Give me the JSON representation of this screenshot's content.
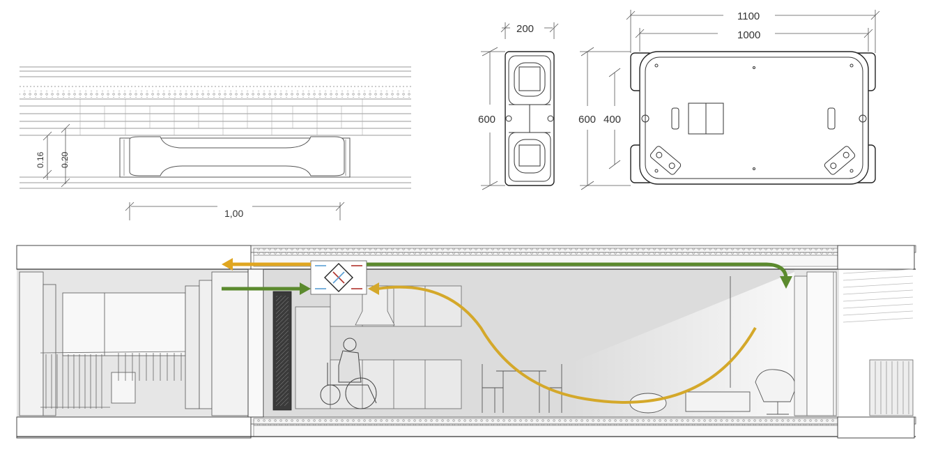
{
  "section_detail": {
    "dim_016": "0.16",
    "dim_020": "0.20",
    "dim_width": "1,00"
  },
  "unit_side_view": {
    "dim_width": "200",
    "dim_height": "600"
  },
  "unit_top_view": {
    "dim_overall": "1100",
    "dim_body": "1000",
    "dim_height": "600",
    "dim_inner": "400"
  },
  "airflow_colors": {
    "exhaust": "#e0a620",
    "supply": "#5b8a2e",
    "extract_arrow": "#d4a82a",
    "cold_marker": "#5a9fd4",
    "warm_marker": "#b0312a"
  }
}
